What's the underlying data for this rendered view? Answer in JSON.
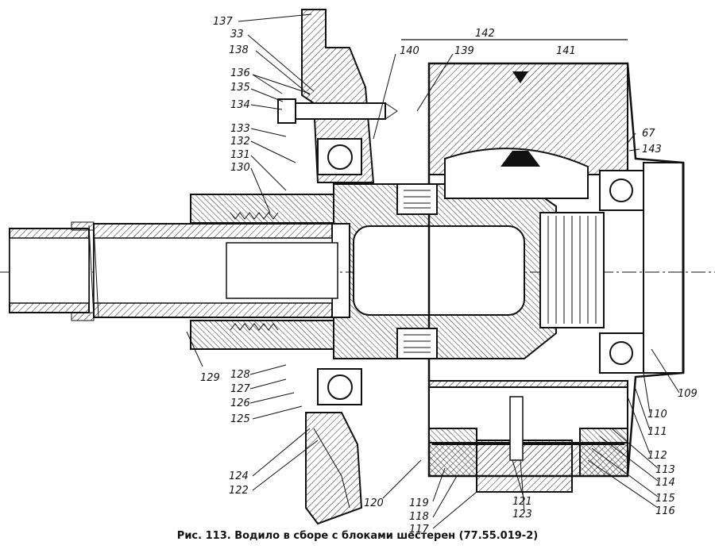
{
  "caption": "Рис. 113. Водило в сборе с блоками шестерен (77.55.019-2)",
  "callouts": {
    "c137": "137",
    "c33": "33",
    "c138": "138",
    "c136": "136",
    "c135": "135",
    "c134": "134",
    "c133": "133",
    "c132": "132",
    "c131": "131",
    "c130": "130",
    "c140": "140",
    "c139": "139",
    "c142": "142",
    "c141": "141",
    "c67": "67",
    "c143": "143",
    "c129": "129",
    "c128": "128",
    "c127": "127",
    "c126": "126",
    "c125": "125",
    "c124": "124",
    "c122": "122",
    "c120": "120",
    "c119": "119",
    "c118": "118",
    "c117": "117",
    "c121": "121",
    "c123": "123",
    "c116": "116",
    "c115": "115",
    "c114": "114",
    "c113": "113",
    "c112": "112",
    "c111": "111",
    "c110": "110",
    "c109": "109"
  },
  "colors": {
    "ink": "#111111",
    "background": "#ffffff"
  }
}
